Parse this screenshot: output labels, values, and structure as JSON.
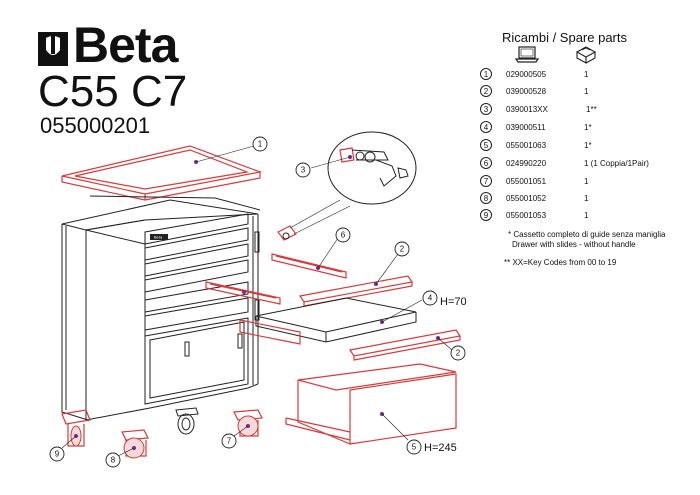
{
  "header": {
    "brand": "Beta",
    "model": "C55 C7",
    "code": "055000201"
  },
  "parts_header": "Ricambi / Spare parts",
  "parts": [
    {
      "num": "1",
      "code": "029000505",
      "qty": "1"
    },
    {
      "num": "2",
      "code": "039000528",
      "qty": "1"
    },
    {
      "num": "3",
      "code": "0390013XX",
      "qty": "1**"
    },
    {
      "num": "4",
      "code": "039000511",
      "qty": "1*"
    },
    {
      "num": "5",
      "code": "055001063",
      "qty": "1*"
    },
    {
      "num": "6",
      "code": "024990220",
      "qty": "1 (1 Coppia/1Pair)"
    },
    {
      "num": "7",
      "code": "055001051",
      "qty": "1"
    },
    {
      "num": "8",
      "code": "055001052",
      "qty": "1"
    },
    {
      "num": "9",
      "code": "055001053",
      "qty": "1"
    }
  ],
  "notes": {
    "note1_it": "* Cassetto completo di guide senza maniglia",
    "note1_en": "Drawer with slides - without handle",
    "note2": "** XX=Key Codes from 00 to 19"
  },
  "callouts": {
    "c1": "1",
    "c2a": "2",
    "c2b": "2",
    "c3": "3",
    "c4": "4",
    "c5": "5",
    "c6": "6",
    "c7": "7",
    "c8": "8",
    "c9": "9",
    "h70": "H=70",
    "h245": "H=245"
  },
  "colors": {
    "accent": "#d83a3a",
    "line": "#222222"
  }
}
